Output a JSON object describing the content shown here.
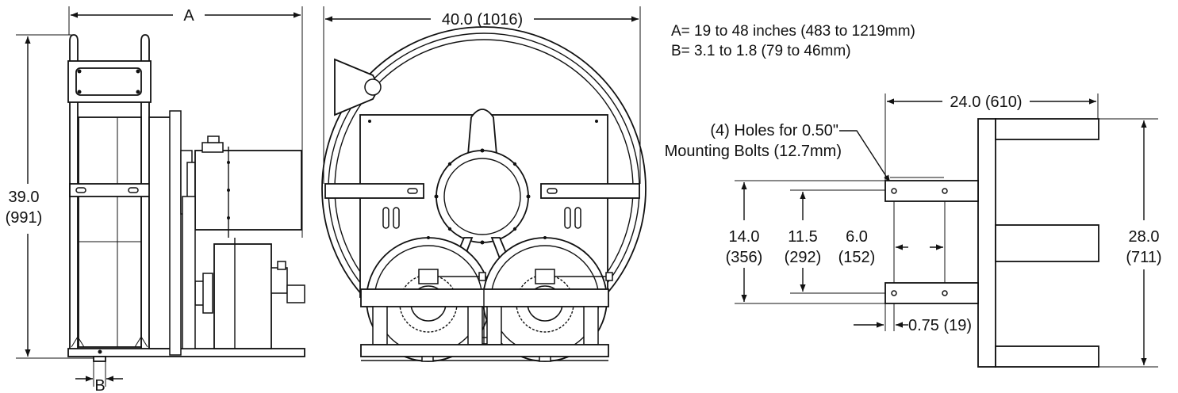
{
  "notes": {
    "line_a": "A= 19 to 48 inches (483 to 1219mm)",
    "line_b": "B= 3.1 to 1.8 (79 to 46mm)"
  },
  "side_view": {
    "width_label": "A",
    "height_label_1": "39.0",
    "height_label_2": "(991)",
    "offset_label": "B"
  },
  "front_view": {
    "width_label": "40.0 (1016)"
  },
  "base_view": {
    "depth_label": "24.0 (610)",
    "holes_label_1": "(4) Holes for 0.50\"",
    "holes_label_2": "Mounting Bolts (12.7mm)",
    "dim_14_1": "14.0",
    "dim_14_2": "(356)",
    "dim_11_1": "11.5",
    "dim_11_2": "(292)",
    "dim_6_1": "6.0",
    "dim_6_2": "(152)",
    "dim_075": "0.75 (19)",
    "dim_28_1": "28.0",
    "dim_28_2": "(711)"
  }
}
